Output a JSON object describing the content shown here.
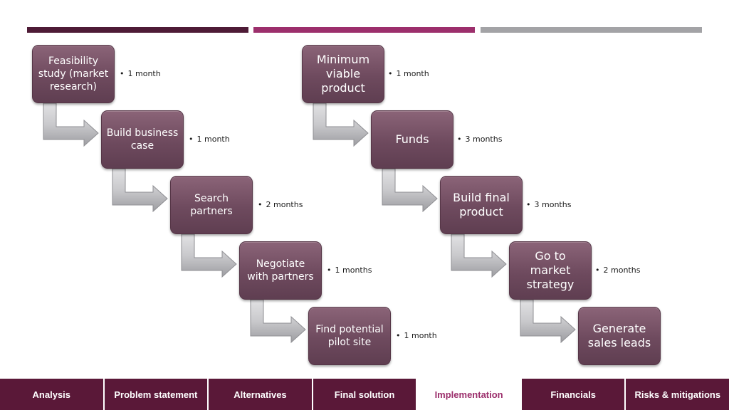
{
  "colors": {
    "bar_dark": "#4e1b36",
    "bar_magenta": "#9c2f6c",
    "bar_gray": "#a3a3a6",
    "step_fill": "#6e4a5e",
    "tab_fill": "#5a1838",
    "tab_active_text": "#9c2f6c"
  },
  "left_flow": [
    {
      "label": "Feasibility study (market research)",
      "duration": "1 month"
    },
    {
      "label": "Build business case",
      "duration": "1 month"
    },
    {
      "label": "Search partners",
      "duration": "2 months"
    },
    {
      "label": "Negotiate with partners",
      "duration": "1 months"
    },
    {
      "label": "Find potential pilot site",
      "duration": "1 month"
    }
  ],
  "right_flow": [
    {
      "label": "Minimum viable product",
      "duration": "1 month"
    },
    {
      "label": "Funds",
      "duration": "3 months"
    },
    {
      "label": "Build final product",
      "duration": "3 months"
    },
    {
      "label": "Go to market strategy",
      "duration": "2 months"
    },
    {
      "label": "Generate sales leads",
      "duration": ""
    }
  ],
  "nav": {
    "tabs": [
      {
        "label": "Analysis"
      },
      {
        "label": "Problem statement"
      },
      {
        "label": "Alternatives"
      },
      {
        "label": "Final solution"
      },
      {
        "label": "Implementation",
        "active": true
      },
      {
        "label": "Financials"
      },
      {
        "label": "Risks & mitigations"
      }
    ]
  }
}
